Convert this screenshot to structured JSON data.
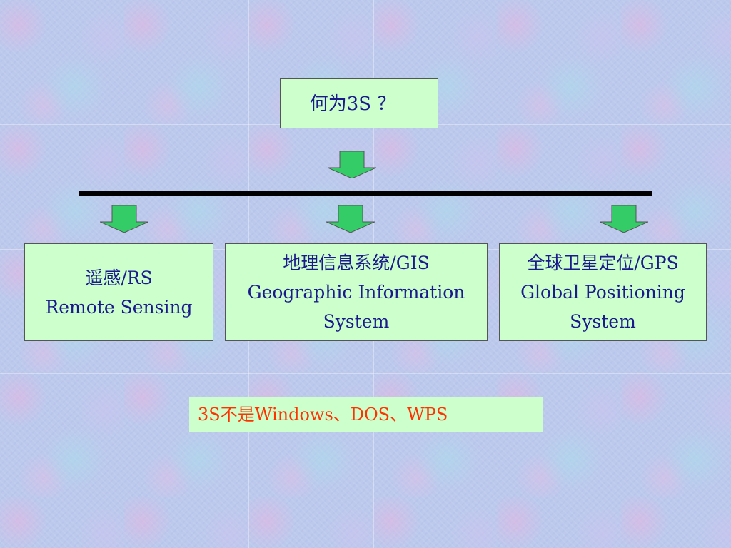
{
  "colors": {
    "box_fill": "#ccffcc",
    "box_text": "#1a1a8c",
    "note_text": "#ff3300",
    "arrow_fill": "#33cc66",
    "bar": "#000000"
  },
  "title": "何为3S ？",
  "nodes": [
    {
      "lines": [
        "遥感/RS",
        "Remote Sensing"
      ]
    },
    {
      "lines": [
        "地理信息系统/GIS",
        "Geographic Information",
        "System"
      ]
    },
    {
      "lines": [
        "全球卫星定位/GPS",
        "Global Positioning",
        "System"
      ]
    }
  ],
  "note": "3S不是Windows、DOS、WPS"
}
